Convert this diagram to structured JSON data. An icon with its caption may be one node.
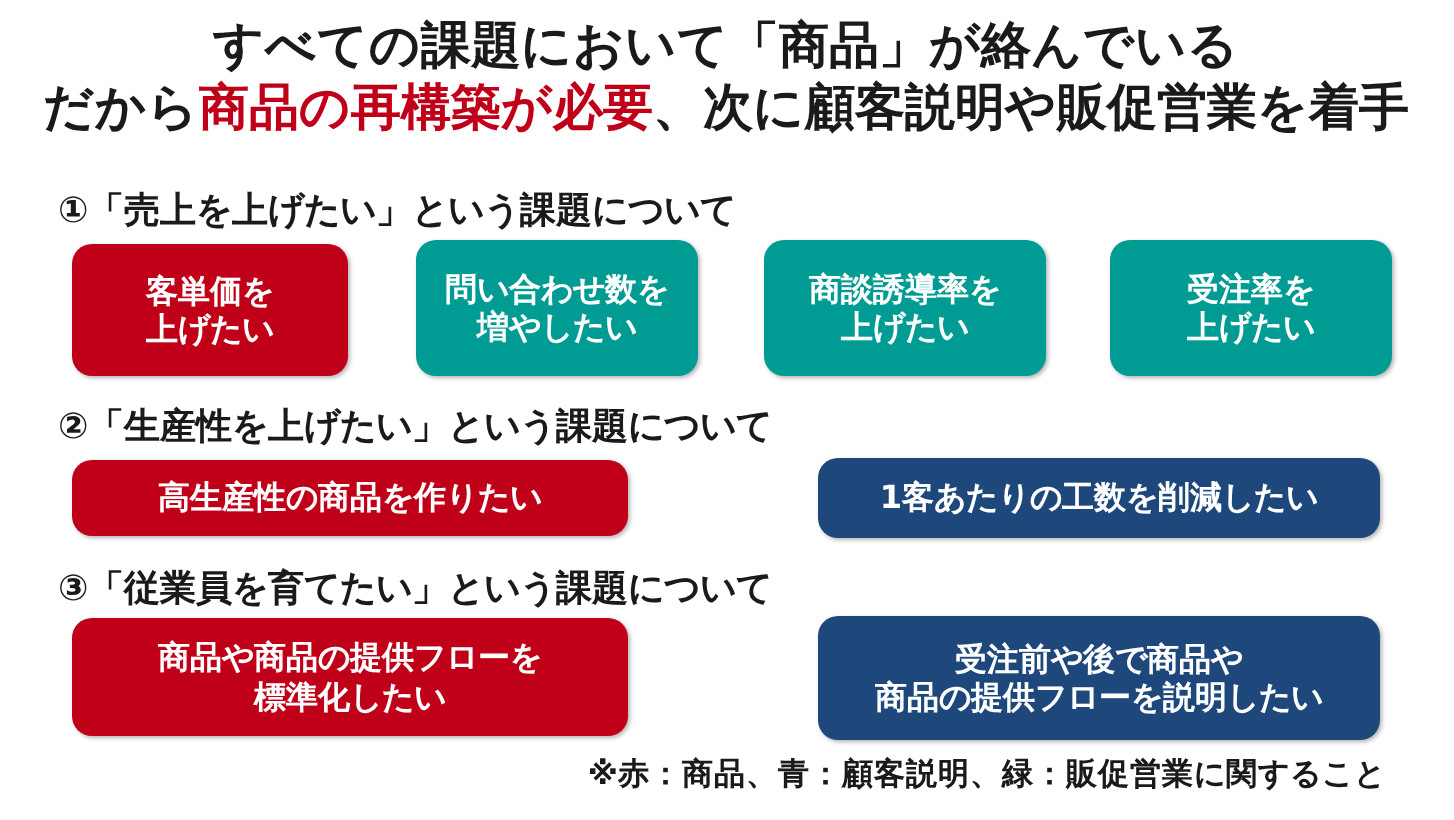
{
  "diagram": {
    "title": "すべての課題において「商品」が絡んでいるだから**商品の再構築が必要**、次に顧客説明や販促営業を着手",
    "nodes": [
      {
        "text": [
          "客単価を上げたい"
        ]
      },
      {
        "text": [
          "問い合わせ数を増やしたい"
        ]
      },
      {
        "text": [
          "商談誘導率を上げたい"
        ]
      },
      {
        "text": [
          "受注率を上げたい"
        ]
      },
      {
        "text": [
          "高生産性の商品を作りたい"
        ]
      },
      {
        "text": [
          "1客あたりの工数を削減したい"
        ]
      },
      {
        "text": [
          "商品や商品の提供フローを標準化したい"
        ]
      },
      {
        "text": [
          "受注前や後で商品や商品の提供フローを説明したい"
        ]
      }
    ],
    "labels": [
      "①「売上を上げたい」という課題について",
      "②「生産性を上げたい」という課題について",
      "③「従業員を育てたい」という課題について",
      "※赤：商品、青：顧客説明、緑：販促営業に関すること"
    ]
  }
}
